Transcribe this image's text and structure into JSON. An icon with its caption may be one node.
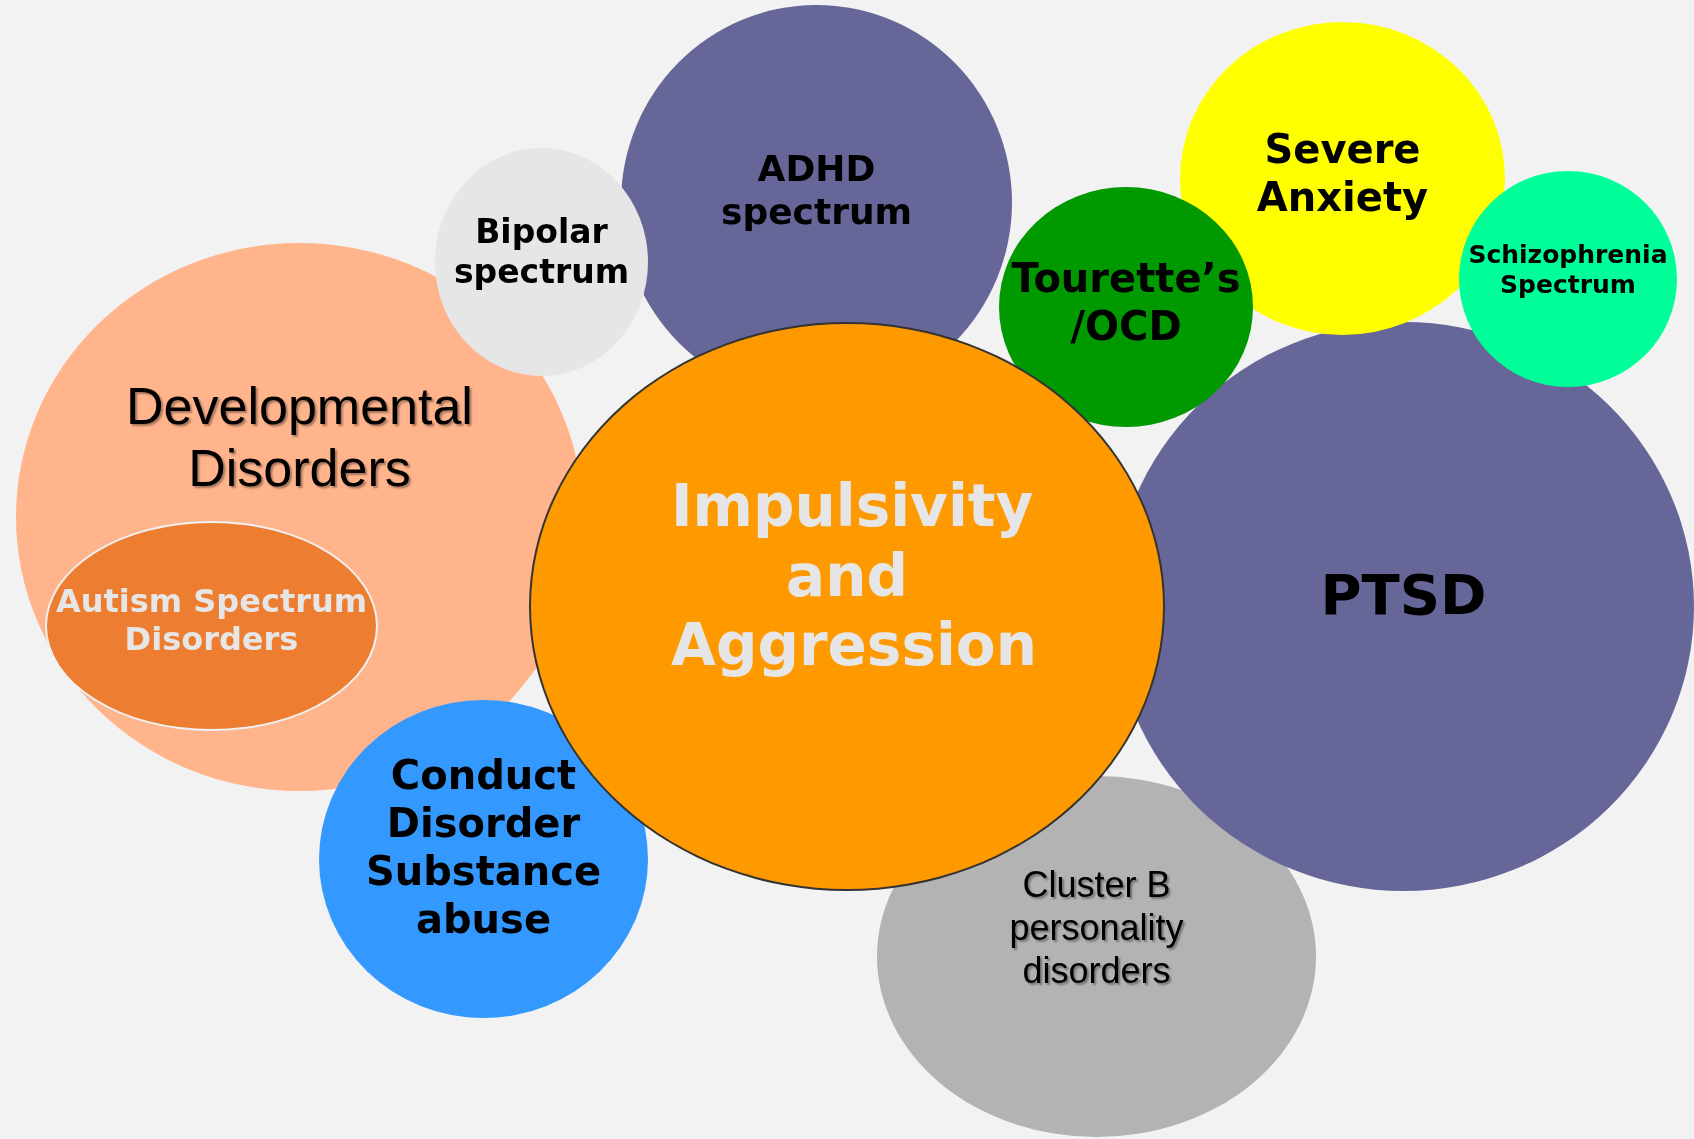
{
  "diagram": {
    "nodes": [
      {
        "text": [
          "ADHD spectrum"
        ]
      },
      {
        "text": [
          "Bipolar spectrum"
        ]
      },
      {
        "text": [
          "Severe Anxiety"
        ]
      },
      {
        "text": [
          "Tourette’s /OCD"
        ]
      },
      {
        "text": [
          "Schizophrenia Spectrum"
        ]
      },
      {
        "text": [
          "Developmental Disorders"
        ]
      },
      {
        "text": [
          "Autism Spectrum Disorders"
        ],
        "in": 5
      },
      {
        "text": [
          "Impulsivity and Aggression"
        ]
      },
      {
        "text": [
          "PTSD"
        ]
      },
      {
        "text": [
          "Conduct Disorder",
          "Substance abuse"
        ]
      },
      {
        "text": [
          "Cluster B personality disorders"
        ]
      }
    ]
  }
}
